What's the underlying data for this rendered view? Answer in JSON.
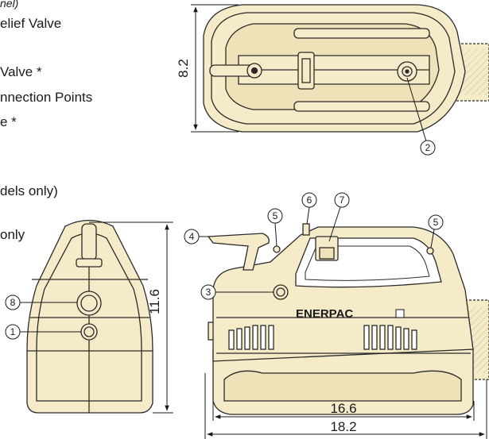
{
  "legend_fragments": [
    "nel)",
    "elief Valve",
    " Valve *",
    "nnection Points",
    "e *",
    "dels only)",
    "only"
  ],
  "dimensions": {
    "top_height": "8.2",
    "side_height": "11.6",
    "body_length": "16.6",
    "overall_length": "18.2"
  },
  "brand": "ENERPAC",
  "callouts": [
    "1",
    "2",
    "3",
    "4",
    "5",
    "5",
    "6",
    "7",
    "8"
  ],
  "colors": {
    "body_fill": "#f5ebc9",
    "outline": "#2a2a2a"
  }
}
